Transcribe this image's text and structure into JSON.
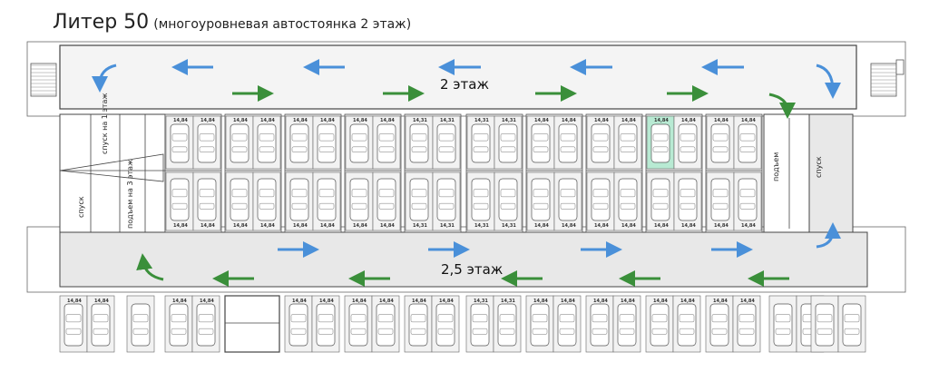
{
  "title": {
    "main": "Литер 50",
    "sub": "(многоуровневая автостоянка 2 этаж)"
  },
  "floors": {
    "upper": "2 этаж",
    "lower": "2,5 этаж"
  },
  "ramp_labels": {
    "down_to_1": "спуск на 1 этаж",
    "down": "спуск",
    "up_to_3": "подъем на 3 этаж",
    "rise": "подъем",
    "descent_right": "спуск"
  },
  "colors": {
    "blue_arrow": "#4a90d9",
    "green_arrow": "#3a8f3a",
    "highlight": "#b8ead3",
    "wall": "#444444",
    "floor_fill": "#e8e8e8"
  },
  "space_labels": [
    "14,84",
    "14,31"
  ]
}
